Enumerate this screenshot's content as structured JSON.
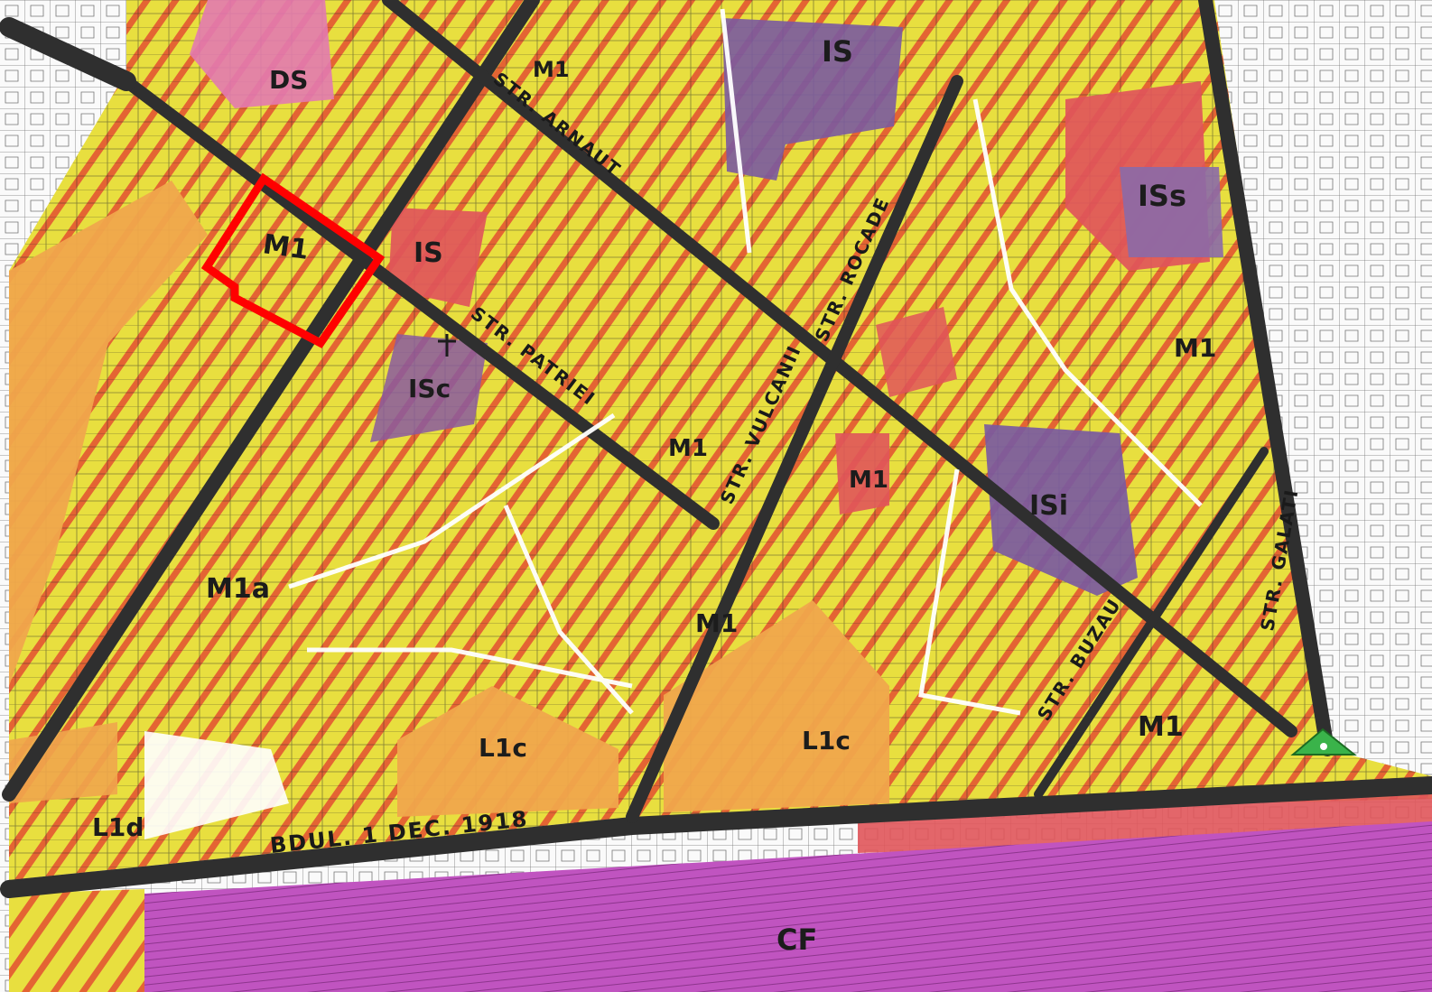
{
  "map": {
    "zone_labels": [
      "DS",
      "M1",
      "IS",
      "ISc",
      "IS",
      "ISs",
      "ISi",
      "M1",
      "M1",
      "M1",
      "M1a",
      "L1c",
      "L1c",
      "L1d",
      "CF",
      "M1",
      "M1",
      "M1"
    ],
    "street_labels": [
      "BDUL. 1 DEC. 1918",
      "STR. PATRIEI",
      "STR. VULCANII",
      "STR. ROCADE",
      "STR. ARNAUT",
      "STR. GALATI",
      "STR. BUZAU"
    ],
    "colors": {
      "residential_yellow": "#e8df3f",
      "mixed_orange": "#f0a64c",
      "institution_red": "#e0555a",
      "special_purple": "#7a5aa0",
      "rail_magenta": "#c054c0",
      "hatch_red": "#e23a2e",
      "road_dark": "#2f2f2f",
      "highlight_red": "#ff0000",
      "marker_green": "#3ab34a"
    },
    "icons": [
      "triangle-marker-icon",
      "cross-icon"
    ]
  }
}
